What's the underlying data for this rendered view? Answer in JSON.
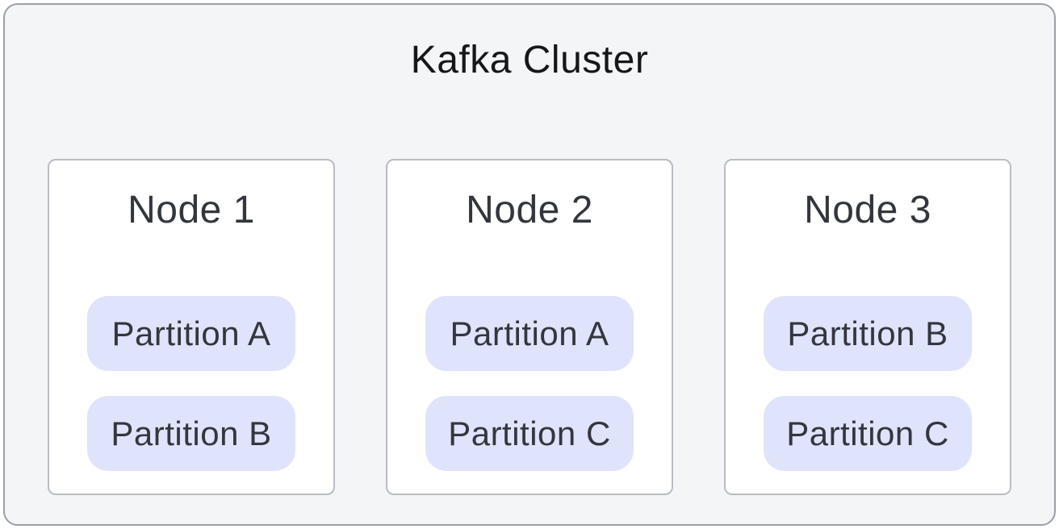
{
  "diagram": {
    "title": "Kafka Cluster",
    "nodes": [
      {
        "title": "Node 1",
        "partitions": [
          "Partition A",
          "Partition B"
        ]
      },
      {
        "title": "Node 2",
        "partitions": [
          "Partition A",
          "Partition C"
        ]
      },
      {
        "title": "Node 3",
        "partitions": [
          "Partition B",
          "Partition C"
        ]
      }
    ],
    "colors": {
      "cluster_background": "#f4f5f7",
      "cluster_border": "#9aa0a8",
      "node_background": "#ffffff",
      "node_border": "#b9bcc3",
      "partition_background": "#dfe3fb",
      "title_text": "#15171b",
      "body_text": "#33363d"
    }
  }
}
